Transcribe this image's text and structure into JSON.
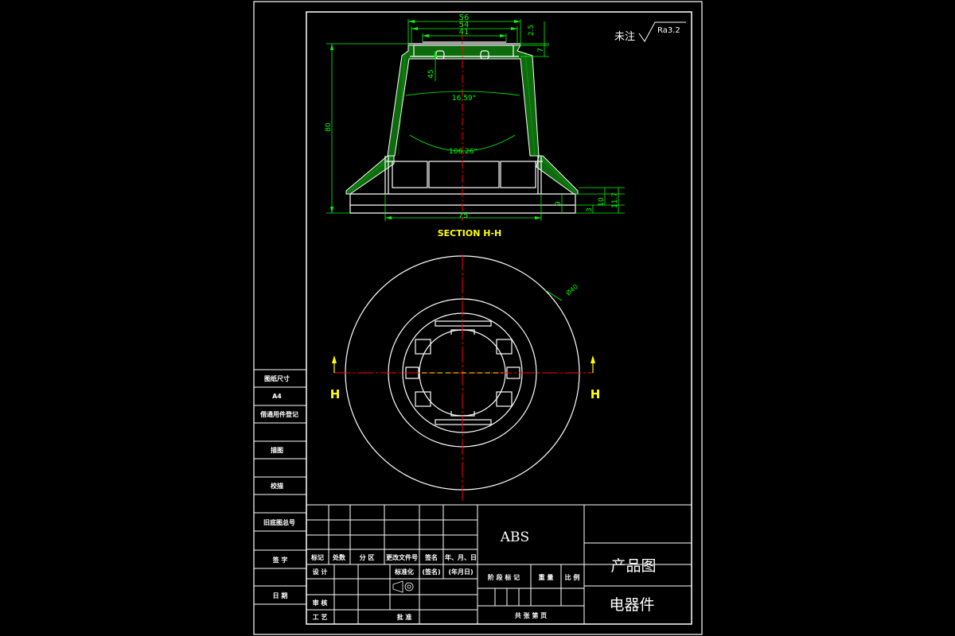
{
  "colors": {
    "background": "#000000",
    "frame": "#ffffff",
    "part": "#ffffff",
    "dimension": "#00ff00",
    "centerline": "#ff0000",
    "section_title": "#ffff00",
    "section_marker": "#ffff00",
    "hatch": "#00ff00"
  },
  "dimensions": {
    "d56": "56",
    "d54": "54",
    "d41": "41",
    "d2_5": "2.5",
    "d7": "7",
    "d45": "45",
    "d80": "80",
    "angle_top": "16.59°",
    "angle_bottom": "106.26°",
    "d75": "75",
    "d9": "9",
    "d10": "10",
    "d3": "3",
    "d11_7": "11.7",
    "dia": "Ø40"
  },
  "surface_note": {
    "label": "未注",
    "roughness": "Ra3.2"
  },
  "section": {
    "title": "SECTION H-H",
    "marker_left": "H",
    "marker_right": "H"
  },
  "left_column": {
    "paper_size_label": "图纸尺寸",
    "paper_size_value": "A4",
    "borrow_label": "借通用件登记",
    "trace_label": "描图",
    "proof_label": "校描",
    "old_no_label": "旧底图总号",
    "sign_label": "签  字",
    "date_label": "日  期"
  },
  "title_block": {
    "h_mark": "标记",
    "h_count": "处数",
    "h_zone": "分 区",
    "h_docno": "更改文件号",
    "h_sign": "签名",
    "h_date": "年、月、日",
    "design": "设 计",
    "standardize": "标准化",
    "sign_paren": "(签名)",
    "date_paren": "(年月日)",
    "review": "审 核",
    "process": "工 艺",
    "approve": "批 准",
    "material": "ABS",
    "stage_mark": "阶 段 标 记",
    "weight": "重 量",
    "scale": "比 例",
    "sheets": "共    张    第    页",
    "drawing_type": "产品图",
    "part_name": "电器件"
  }
}
